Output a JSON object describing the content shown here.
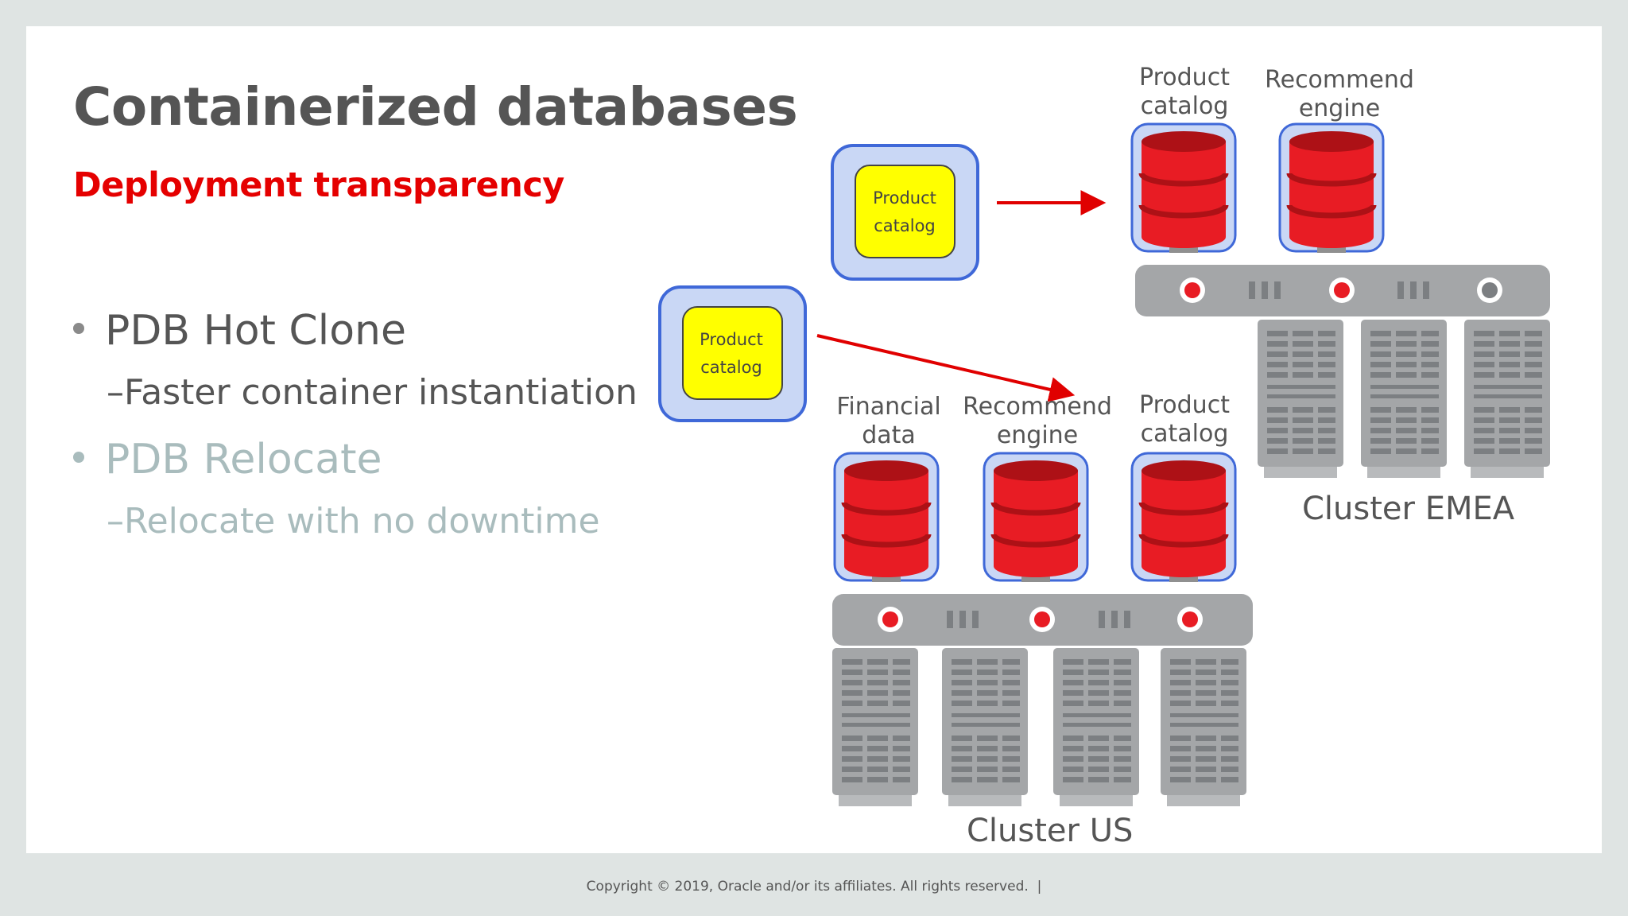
{
  "title": "Containerized databases",
  "subtitle": "Deployment transparency",
  "bullets": [
    {
      "text": "PDB Hot Clone",
      "sub": "Faster container instantiation",
      "state": "active"
    },
    {
      "text": "PDB Relocate",
      "sub": "Relocate with no downtime",
      "state": "faded"
    }
  ],
  "sub_dash": "–",
  "diagram": {
    "floating_pdbs": [
      {
        "label_line1": "Product",
        "label_line2": "catalog"
      },
      {
        "label_line1": "Product",
        "label_line2": "catalog"
      }
    ],
    "cluster_emea": {
      "name": "Cluster EMEA",
      "databases": [
        {
          "line1": "Product",
          "line2": "catalog"
        },
        {
          "line1": "Recommend",
          "line2": "engine"
        }
      ]
    },
    "cluster_us": {
      "name": "Cluster US",
      "databases": [
        {
          "line1": "Financial",
          "line2": "data"
        },
        {
          "line1": "Recommend",
          "line2": "engine"
        },
        {
          "line1": "Product",
          "line2": "catalog"
        }
      ]
    }
  },
  "colors": {
    "accent_red": "#e50000",
    "arrow_red": "#e00000",
    "pdb_yellow": "#ffff00",
    "container_blue": "#c9d7f5",
    "container_border": "#3f68d8",
    "server_gray": "#a4a6a8"
  },
  "footer": {
    "text": "Copyright © 2019, Oracle and/or its affiliates. All rights reserved.",
    "separator": "|"
  }
}
